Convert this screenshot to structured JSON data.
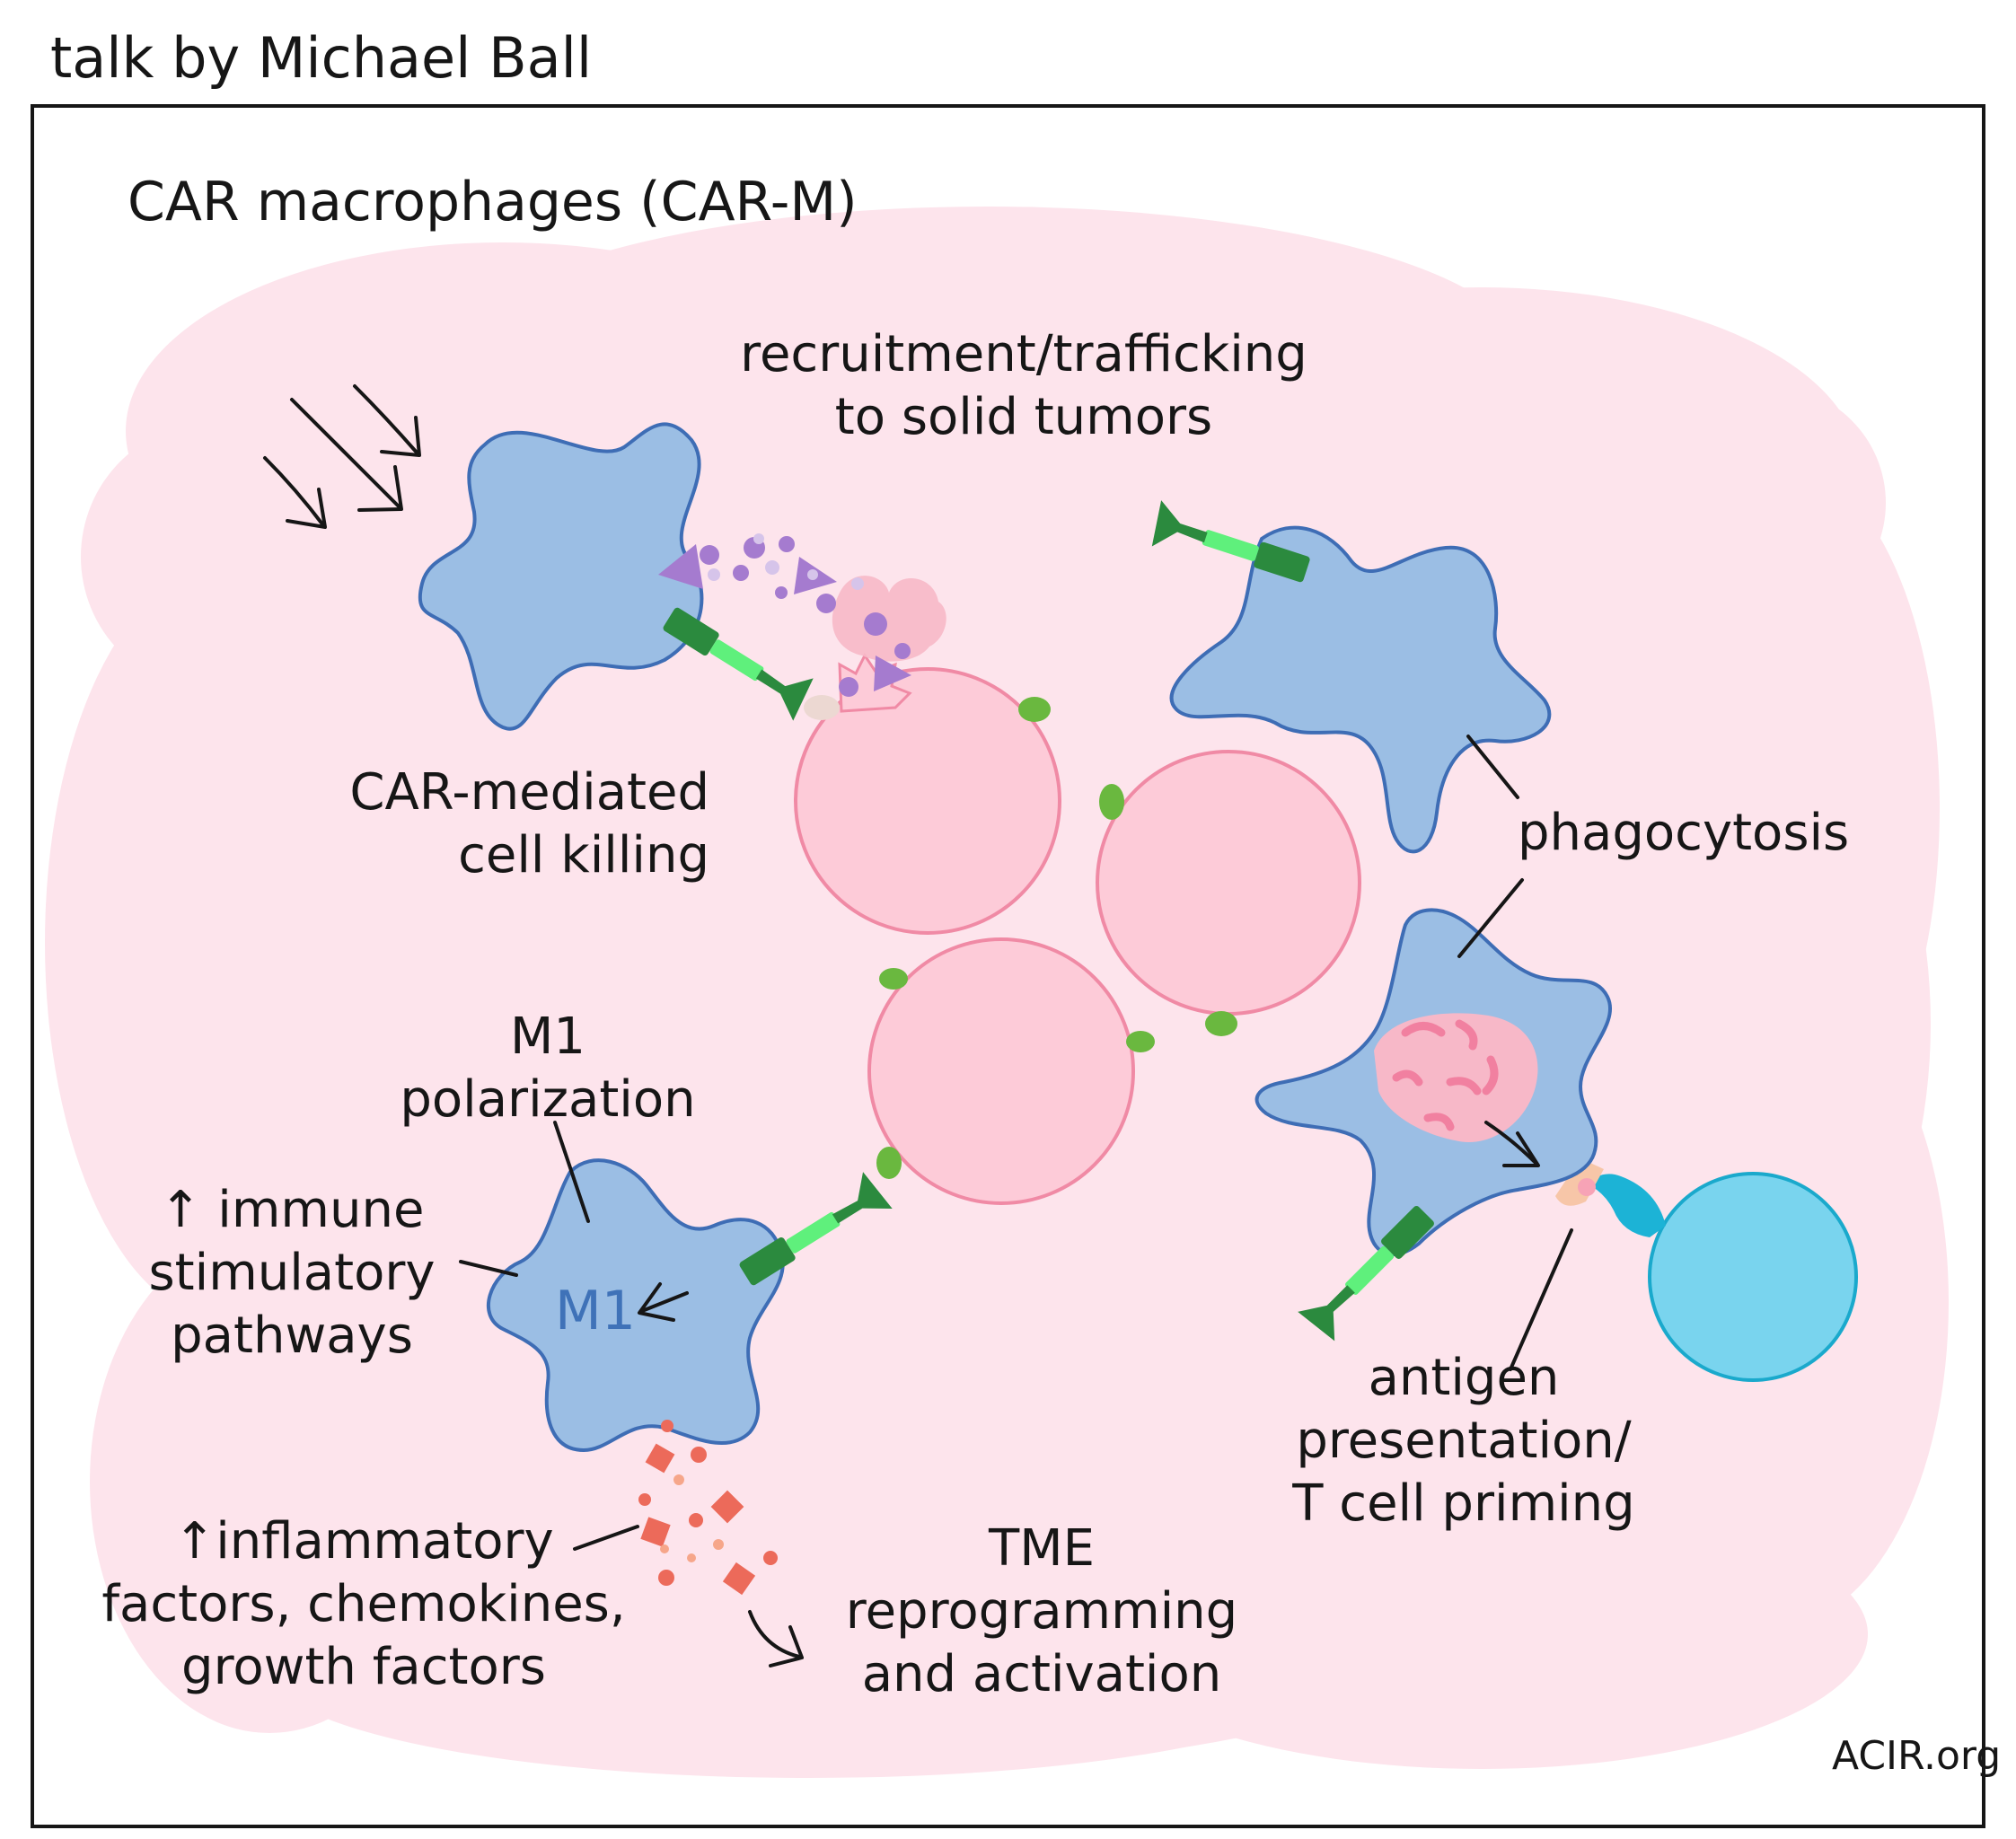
{
  "header": {
    "credit": "talk by Michael Ball"
  },
  "panel": {
    "title": "CAR macrophages (CAR-M)"
  },
  "labels": {
    "recruitment": [
      "recruitment/trafficking",
      "to solid tumors"
    ],
    "car_killing": [
      "CAR-mediated",
      "cell killing"
    ],
    "phagocytosis": "phagocytosis",
    "m1_polarization": [
      "M1",
      "polarization"
    ],
    "immune_pathways": [
      "↑ immune",
      "stimulatory",
      "pathways"
    ],
    "inflammatory": [
      "↑inflammatory",
      "factors, chemokines,",
      "growth factors"
    ],
    "tme": [
      "TME",
      "reprogramming",
      "and activation"
    ],
    "antigen": [
      "antigen",
      "presentation/",
      "T cell priming"
    ],
    "m1_cell": "M1"
  },
  "footer": {
    "site": "ACIR.org"
  },
  "colors": {
    "background_cloud": "#fde4ec",
    "macrophage_fill": "#9bbee4",
    "macrophage_outline": "#3e6db5",
    "tumor_fill": "#fdcbd8",
    "tumor_outline": "#f08aa5",
    "t_cell_fill": "#79d4ee",
    "t_cell_outline": "#1aa9cc",
    "car_dark": "#2b8a3e",
    "car_light": "#5ff07c",
    "antigen_green": "#6ab83f",
    "cytokine_purple": "#a57bcf",
    "inflammatory_red": "#ec6a5a",
    "arrow_ink": "#161616"
  },
  "icons": {
    "car_receptor": "car-receptor-icon",
    "cytokine": "cytokine-icon",
    "inflammatory_factor": "inflammatory-factor-icon",
    "tcr": "tcr-icon",
    "mhc": "mhc-icon"
  }
}
